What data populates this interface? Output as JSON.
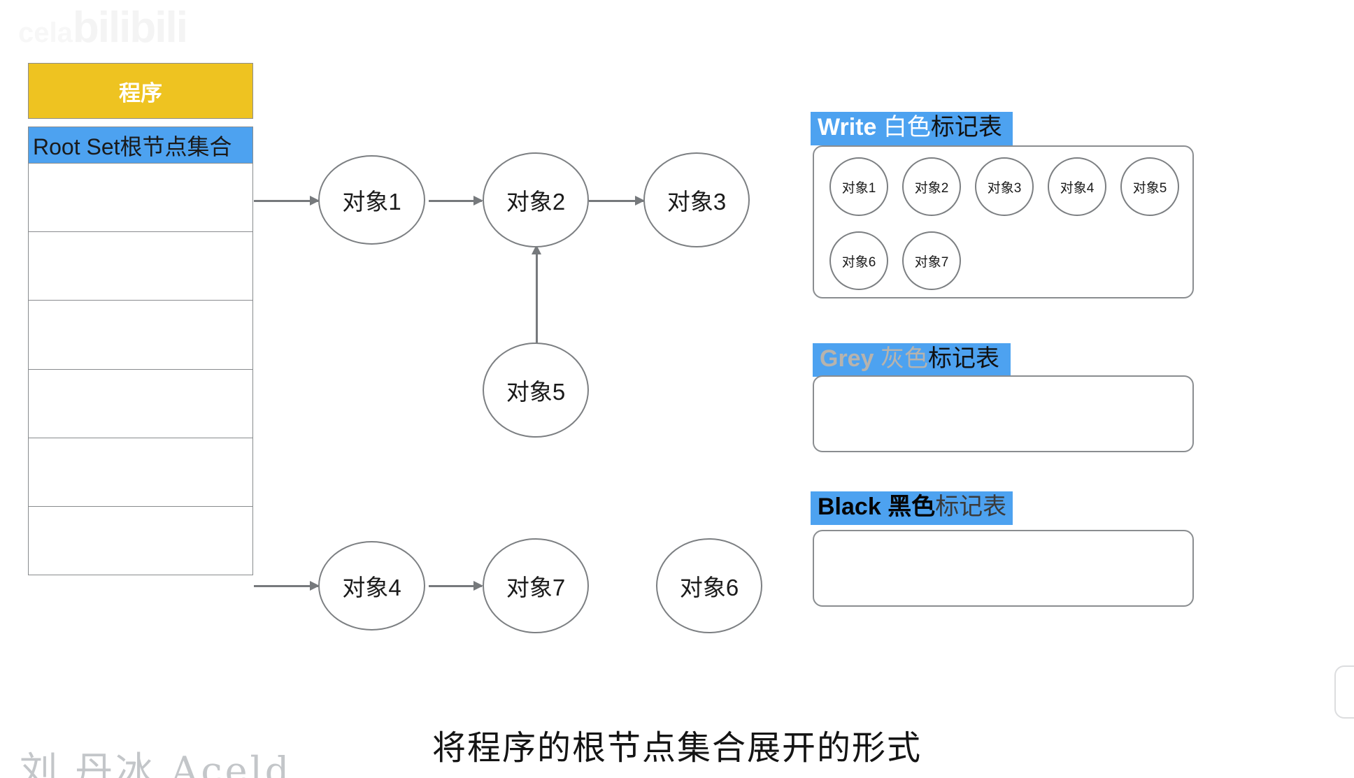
{
  "watermarks": {
    "top_left": "bilibili",
    "top_left_prefix": "cela",
    "bottom_left": "刘 丹冰 Aceld"
  },
  "program_panel": {
    "header_label": "程序",
    "header_color": "#eec321",
    "rootset_label": "Root Set根节点集合",
    "rootset_color": "#4da2f0",
    "empty_row_count": 6
  },
  "graph": {
    "nodes": [
      {
        "id": "obj1",
        "label": "对象1"
      },
      {
        "id": "obj2",
        "label": "对象2"
      },
      {
        "id": "obj3",
        "label": "对象3"
      },
      {
        "id": "obj5",
        "label": "对象5"
      },
      {
        "id": "obj4",
        "label": "对象4"
      },
      {
        "id": "obj7",
        "label": "对象7"
      },
      {
        "id": "obj6",
        "label": "对象6"
      }
    ],
    "edges": [
      {
        "from": "root-set",
        "to": "obj1"
      },
      {
        "from": "obj1",
        "to": "obj2"
      },
      {
        "from": "obj2",
        "to": "obj3"
      },
      {
        "from": "obj5",
        "to": "obj2"
      },
      {
        "from": "root-set",
        "to": "obj4"
      },
      {
        "from": "obj4",
        "to": "obj7"
      }
    ]
  },
  "mark_tables": [
    {
      "key": "white",
      "en": "Write",
      "cn_color": "白色",
      "cn_suffix": "标记表",
      "en_text_color": "#ffffff",
      "cn_color_text_color": "#ffffff",
      "cn_suffix_color": "#111111",
      "items": [
        "对象1",
        "对象2",
        "对象3",
        "对象4",
        "对象5",
        "对象6",
        "对象7"
      ]
    },
    {
      "key": "grey",
      "en": "Grey",
      "cn_color": "灰色",
      "cn_suffix": "标记表",
      "en_text_color": "#b7b3ad",
      "cn_color_text_color": "#b7b3ad",
      "cn_suffix_color": "#111111",
      "items": []
    },
    {
      "key": "black",
      "en": "Black",
      "cn_color": "黑色",
      "cn_suffix": "标记表",
      "en_text_color": "#050505",
      "cn_color_text_color": "#050505",
      "cn_suffix_color": "#3a3a3a",
      "items": []
    }
  ],
  "caption": "将程序的根节点集合展开的形式"
}
